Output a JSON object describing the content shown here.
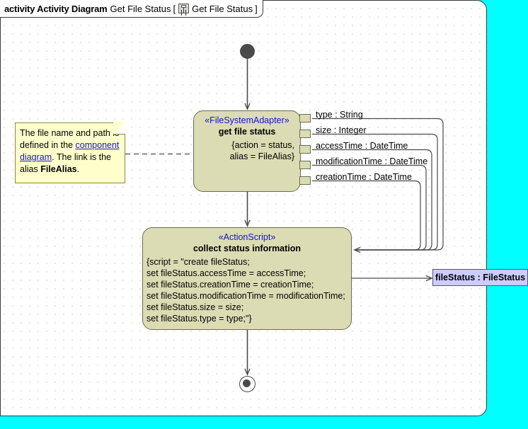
{
  "header": {
    "keyword": "activity Activity Diagram",
    "diagram_name": "Get File Status",
    "bracket_open": "[",
    "bracket_close": "]",
    "frame_label": "Get File Status",
    "icon": "activity-diagram-icon"
  },
  "canvas": {
    "background": "#ffffff",
    "outside_background": "#00ffff",
    "grid": "dotted"
  },
  "nodes": {
    "initial": {
      "name": "initial-node",
      "shape": "filled-circle",
      "color": "#4a4a4a"
    },
    "final": {
      "name": "activity-final-node",
      "shape": "bullseye",
      "color": "#4a4a4a"
    },
    "get_file_status": {
      "stereotype": "«FileSystemAdapter»",
      "title": "get file status",
      "body": "{action = status,\nalias = FileAlias}",
      "fill": "#dcdcb4",
      "stroke": "#6b6b55",
      "stereotype_color": "#1414c8"
    },
    "collect_status": {
      "stereotype": "«ActionScript»",
      "title": "collect status information",
      "body": "{script = \"create fileStatus;\nset fileStatus.accessTime = accessTime;\nset fileStatus.creationTime = creationTime;\nset fileStatus.modificationTime = modificationTime;\nset fileStatus.size = size;\nset fileStatus.type = type;\"}",
      "fill": "#dcdcb4",
      "stroke": "#6b6b55",
      "stereotype_color": "#1414c8"
    }
  },
  "pins": [
    {
      "label": "type : String"
    },
    {
      "label": "size : Integer"
    },
    {
      "label": "accessTime : DateTime"
    },
    {
      "label": "modificationTime : DateTime"
    },
    {
      "label": "creationTime : DateTime"
    }
  ],
  "note": {
    "text_part1": "The file name and path is defined in the ",
    "link": "component diagram",
    "text_part2": ". The link is the alias ",
    "bold": "FileAlias",
    "text_part3": ".",
    "fill": "#ffffcc",
    "link_color": "#1414c8"
  },
  "object_node": {
    "label": "fileStatus : FileStatus",
    "fill": "#ccccff",
    "stroke": "#55556b"
  }
}
